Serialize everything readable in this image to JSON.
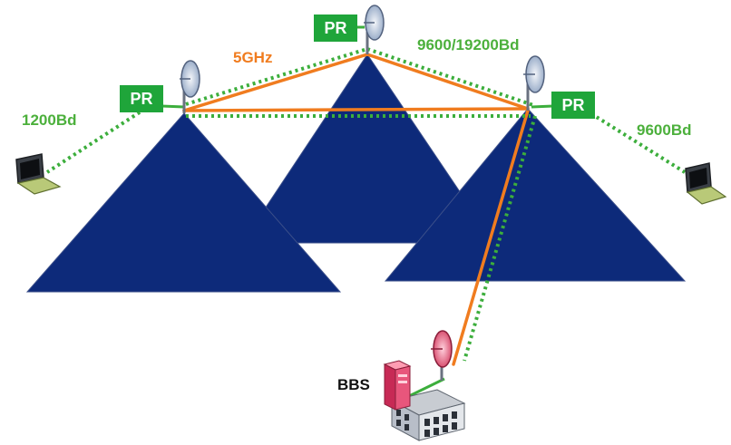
{
  "colors": {
    "mountain": "#0d2a7a",
    "radio_link": "#f07c1f",
    "packet_link": "#3cae3c",
    "pr_box": "#1fa53a",
    "label_green": "#4cb03c",
    "label_orange": "#f07c1f"
  },
  "nodes": {
    "pr_left": "PR",
    "pr_top": "PR",
    "pr_right": "PR",
    "bbs": "BBS"
  },
  "labels": {
    "speed_5ghz": "5GHz",
    "speed_backbone": "9600/19200Bd",
    "speed_1200": "1200Bd",
    "speed_9600": "9600Bd"
  },
  "icons": {
    "antennas": [
      "dish-antenna-icon",
      "dish-antenna-icon",
      "dish-antenna-icon",
      "dish-antenna-icon"
    ],
    "laptops": [
      "laptop-icon",
      "laptop-icon"
    ],
    "building": "building-icon",
    "server": "server-icon"
  }
}
